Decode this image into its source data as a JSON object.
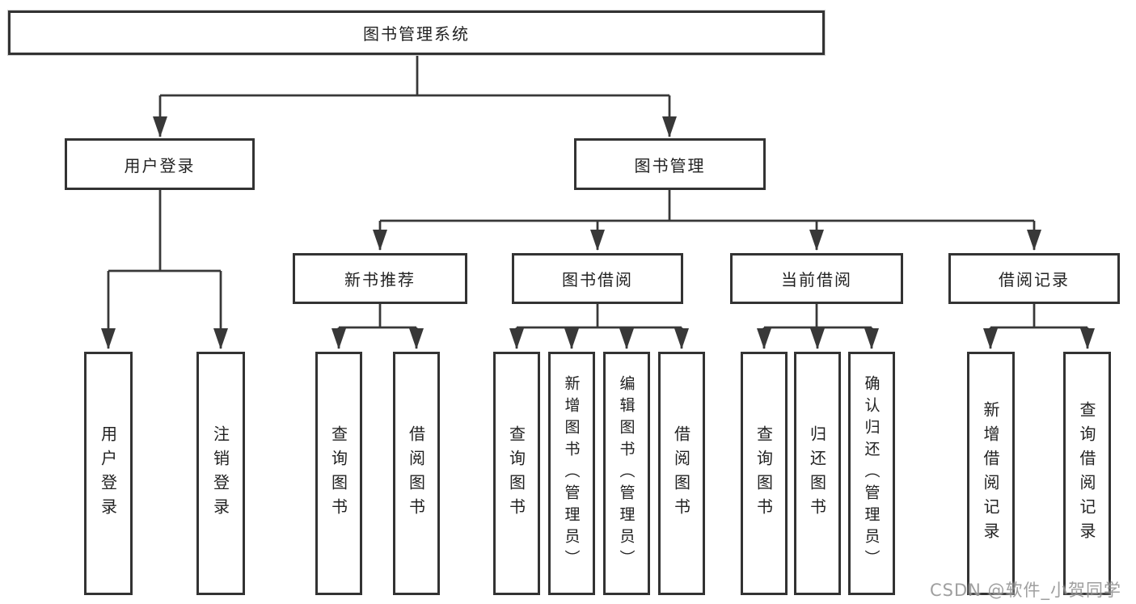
{
  "tree": {
    "root": {
      "label": "图书管理系统",
      "children": [
        {
          "label": "用户登录",
          "children": [
            {
              "label": "用户登录"
            },
            {
              "label": "注销登录"
            }
          ]
        },
        {
          "label": "图书管理",
          "children": [
            {
              "label": "新书推荐",
              "children": [
                {
                  "label": "查询图书"
                },
                {
                  "label": "借阅图书"
                }
              ]
            },
            {
              "label": "图书借阅",
              "children": [
                {
                  "label": "查询图书"
                },
                {
                  "label": "新增图书（管理员）"
                },
                {
                  "label": "编辑图书（管理员）"
                },
                {
                  "label": "借阅图书"
                }
              ]
            },
            {
              "label": "当前借阅",
              "children": [
                {
                  "label": "查询图书"
                },
                {
                  "label": "归还图书"
                },
                {
                  "label": "确认归还（管理员）"
                }
              ]
            },
            {
              "label": "借阅记录",
              "children": [
                {
                  "label": "新增借阅记录"
                },
                {
                  "label": "查询借阅记录"
                }
              ]
            }
          ]
        }
      ]
    }
  },
  "colors": {
    "line": "#383838",
    "border": "#333333",
    "text": "#222222",
    "watermark": "#8a8a8a"
  },
  "watermark": {
    "text": "CSDN @软件_小贺同学"
  }
}
